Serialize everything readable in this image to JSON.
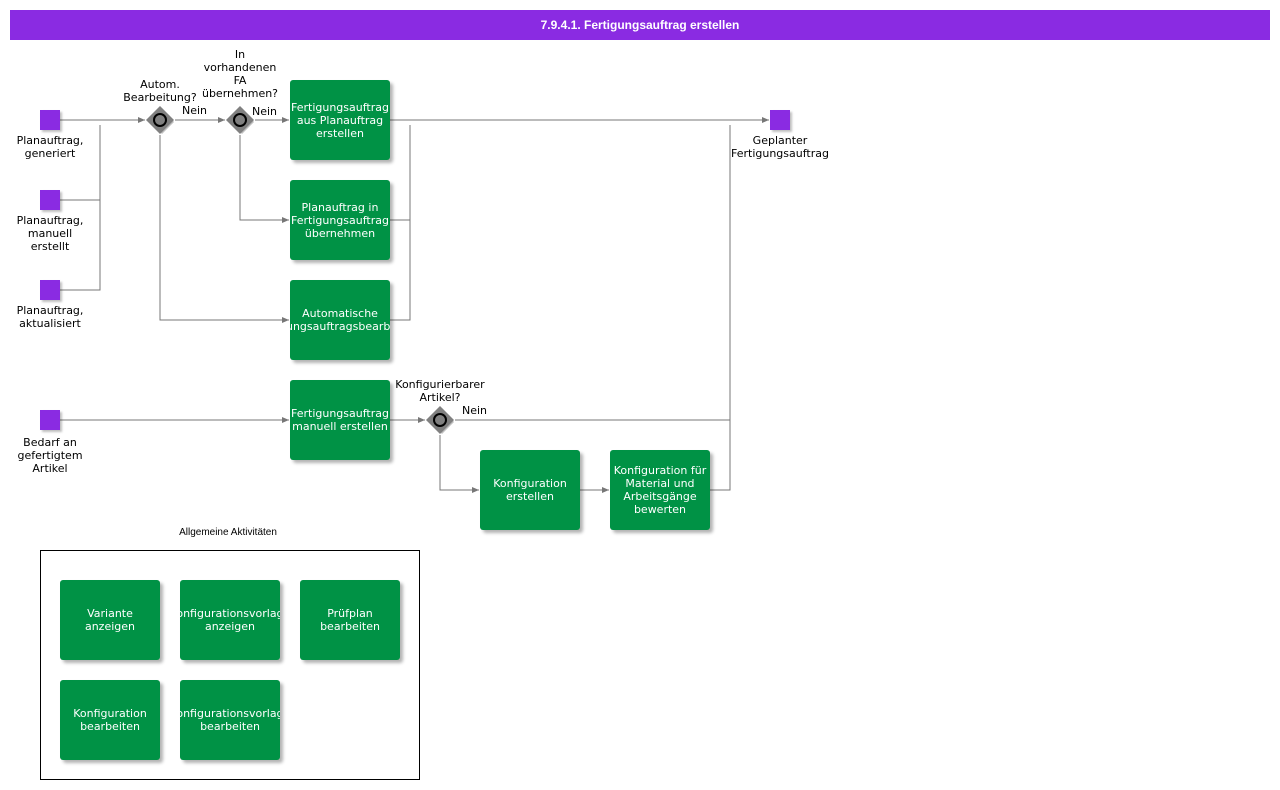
{
  "title": "7.9.4.1. Fertigungsauftrag erstellen",
  "colors": {
    "header": "#8a2be2",
    "event": "#8a2be2",
    "task": "#009245",
    "connector": "#777777"
  },
  "events": {
    "planauftrag_generiert": "Planauftrag,\ngeneriert",
    "planauftrag_manuell": "Planauftrag,\nmanuell\nerstellt",
    "planauftrag_aktualisiert": "Planauftrag,\naktualisiert",
    "bedarf": "Bedarf an\ngefertigtem\nArtikel",
    "geplanter_fa": "Geplanter\nFertigungsauftrag"
  },
  "gateways": {
    "autom": "Autom.\nBearbeitung?",
    "vorhanden": "In\nvorhandenen\nFA\nübernehmen?",
    "konfig": "Konfigurierbarer\nArtikel?"
  },
  "flow_labels": {
    "nein": "Nein"
  },
  "tasks": {
    "fa_aus_plan": "Fertigungsauftrag\naus Planauftrag\nerstellen",
    "plan_in_fa": "Planauftrag in\nFertigungsauftrag\nübernehmen",
    "automatisch": "Automatische\nFertigungsauftragsbearbeitung",
    "fa_manuell": "Fertigungsauftrag\nmanuell erstellen",
    "konfig_erstellen": "Konfiguration\nerstellen",
    "konfig_bewerten": "Konfiguration für\nMaterial und\nArbeitsgänge\nbewerten"
  },
  "general": {
    "title": "Allgemeine\nAktivitäten",
    "items": [
      "Variante\nanzeigen",
      "Konfigurationsvorlage\nanzeigen",
      "Prüfplan\nbearbeiten",
      "Konfiguration\nbearbeiten",
      "Konfigurationsvorlage\nbearbeiten"
    ]
  }
}
